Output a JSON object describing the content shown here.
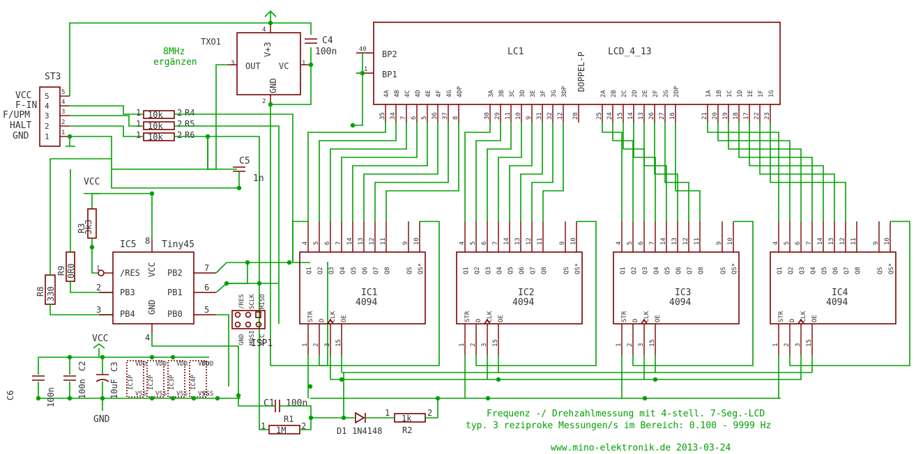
{
  "labels": {
    "st3": "ST3",
    "st3_pins": [
      "VCC",
      "F-IN",
      "F/UPM",
      "HALT",
      "GND"
    ],
    "st3_pin_nums": [
      "5",
      "4",
      "3",
      "2",
      "1"
    ],
    "txo": "TXO1",
    "txo_out": "OUT",
    "txo_vc": "VC",
    "txo_v3": "V+3",
    "txo_gnd": "GND",
    "txo_note_1": "8MHz",
    "txo_note_2": "ergänzen",
    "c4": "C4",
    "c4_val": "100n",
    "c5": "C5",
    "c5_val": "1n",
    "r4_val": "10k",
    "r5_val": "10k",
    "r6_val": "10k",
    "r4": "R4",
    "r5": "R5",
    "r6": "R6",
    "vcc": "VCC",
    "gnd": "GND",
    "r3": "R3",
    "r3_val": "3k3",
    "r9": "R9",
    "r9_val": "0R0",
    "r8": "R8",
    "r8_val": "330",
    "ic5": "IC5",
    "ic5_type": "Tiny45",
    "ic5_pins": [
      "/RES",
      "PB3",
      "PB4",
      "PB2",
      "PB1",
      "PB0",
      "VCC",
      "GND"
    ],
    "isp": "ISP1",
    "isp_top": [
      "/RES",
      "SCLK",
      "MISO"
    ],
    "isp_bot": [
      "GND",
      "MOSI",
      "VCC"
    ],
    "lc1": "LC1",
    "lcd": "LCD_4_13",
    "bp2": "BP2",
    "bp1": "BP1",
    "doppel": "DOPPEL-P",
    "seg1": [
      "4A",
      "4B",
      "4C",
      "4D",
      "4E",
      "4F",
      "4G",
      "4DP"
    ],
    "seg2": [
      "3A",
      "3B",
      "3C",
      "3D",
      "3E",
      "3F",
      "3G",
      "3DP"
    ],
    "seg3": [
      "2A",
      "2B",
      "2C",
      "2D",
      "2E",
      "2F",
      "2G",
      "2DP"
    ],
    "seg4": [
      "1A",
      "1B",
      "1C",
      "1D",
      "1E",
      "1F",
      "1G"
    ],
    "ic_names": [
      "IC1",
      "IC2",
      "IC3",
      "IC4"
    ],
    "ic_type": "4094",
    "q_pins": [
      "Q1",
      "Q2",
      "Q3",
      "Q4",
      "Q5",
      "Q6",
      "Q7",
      "Q8",
      "QS",
      "QS*"
    ],
    "q_nums": [
      "4",
      "5",
      "6",
      "7",
      "14",
      "13",
      "12",
      "11",
      "9",
      "10"
    ],
    "in_pins": [
      "STR",
      "D",
      "CLK",
      "OE"
    ],
    "in_nums": [
      "1",
      "2",
      "3",
      "15"
    ],
    "c6": "C6",
    "c6_val": "100n",
    "c2": "C2",
    "c2_val": "100n",
    "c3": "C3",
    "c3_val": "10uF",
    "vdd": "VDD",
    "vss": "VSS",
    "c1": "C1",
    "c1_val": "100n",
    "r1": "R1",
    "r1_val": "1M",
    "d1": "D1",
    "d1_val": "1N4148",
    "r2": "R2",
    "r2_val": "1k",
    "title_1": "Frequenz -/ Drehzahlmessung mit 4-stell. 7-Seg.-LCD",
    "title_2": "typ. 3 reziproke Messungen/s im Bereich: 0.100 - 9999 Hz",
    "footer": "www.mino-elektronik.de 2013-03-24"
  }
}
